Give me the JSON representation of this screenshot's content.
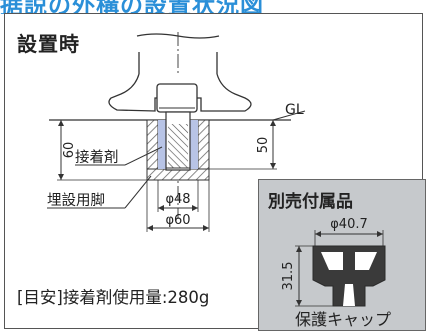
{
  "header": {
    "title": "据説の外構の設置状況図"
  },
  "install": {
    "title": "設置時",
    "labels": {
      "gl": "GL",
      "adhesive": "接着剤",
      "buried_leg": "埋設用脚",
      "height_60": "60",
      "depth_50": "50",
      "dia_48": "φ48",
      "dia_60": "φ60"
    },
    "usage_note": "[目安]接着剤使用量:280g"
  },
  "accessory": {
    "title": "別売付属品",
    "dia": "φ40.7",
    "height": "31.5",
    "caption": "保護キャップ"
  },
  "colors": {
    "accent": "#2a8fd8",
    "adhesive_fill": "#b8c4e6",
    "hatch": "#6a6a6a",
    "panel_bg": "#c6c9cc"
  }
}
